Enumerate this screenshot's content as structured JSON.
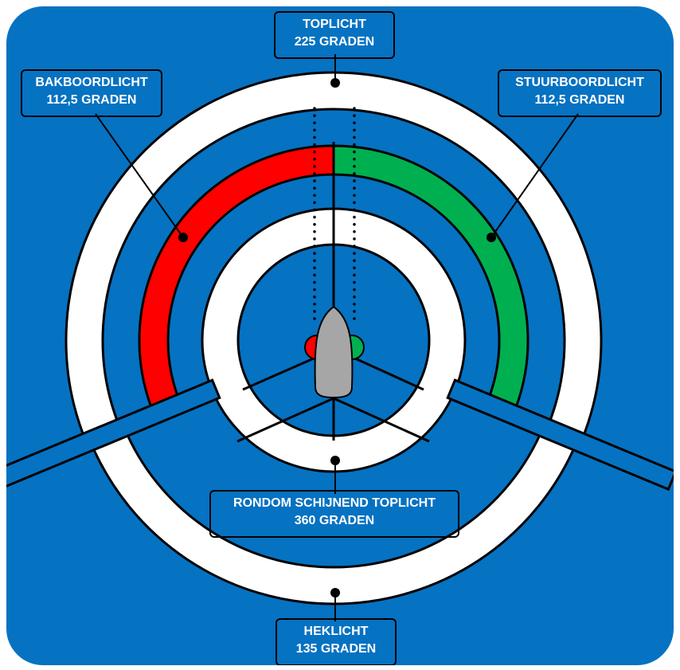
{
  "colors": {
    "background": "#0672c2",
    "ring": "#ffffff",
    "port": "#ff0000",
    "starboard": "#00b050",
    "boat": "#a6a6a6",
    "outline": "#000000"
  },
  "labels": {
    "toplicht": {
      "name": "TOPLICHT",
      "value": "225 GRADEN"
    },
    "bakboord": {
      "name": "BAKBOORDLICHT",
      "value": "112,5 GRADEN"
    },
    "stuurboord": {
      "name": "STUURBOORDLICHT",
      "value": "112,5 GRADEN"
    },
    "rondom": {
      "name": "RONDOM SCHIJNEND TOPLICHT",
      "value": "360 GRADEN"
    },
    "heklicht": {
      "name": "HEKLICHT",
      "value": "135 GRADEN"
    }
  },
  "sectors_degrees": {
    "toplicht": 225,
    "bakboordlicht": 112.5,
    "stuurboordlicht": 112.5,
    "rondom_schijnend_toplicht": 360,
    "heklicht": 135
  },
  "icons": [
    "boat-icon",
    "port-light-icon",
    "starboard-light-icon"
  ]
}
